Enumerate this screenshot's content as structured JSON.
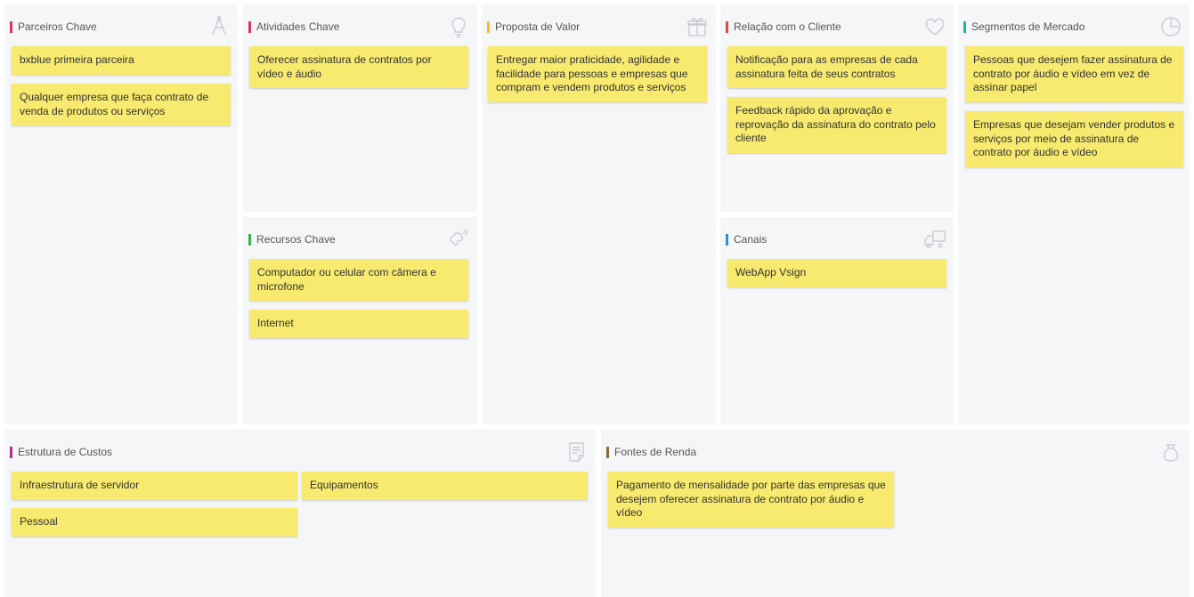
{
  "colors": {
    "note_bg": "#f7ea6e",
    "panel_bg": "#f5f6f8",
    "parceiros_bar": "#d9345f",
    "atividades_bar": "#d9345f",
    "recursos_bar": "#3cb34a",
    "proposta_bar": "#f0c419",
    "relacao_bar": "#e04b3a",
    "canais_bar": "#1f9ad6",
    "segmentos_bar": "#1cb58f",
    "custos_bar": "#b03090",
    "fontes_bar": "#8a6a3a"
  },
  "sections": {
    "parceiros": {
      "title": "Parceiros Chave",
      "icon": "partners-icon",
      "notes": [
        "bxblue primeira parceira",
        "Qualquer empresa que faça contrato de venda de produtos ou serviços"
      ]
    },
    "atividades": {
      "title": "Atividades Chave",
      "icon": "lightbulb-icon",
      "notes": [
        "Oferecer assinatura de contratos por vídeo e áudio"
      ]
    },
    "recursos": {
      "title": "Recursos Chave",
      "icon": "puzzle-icon",
      "notes": [
        "Computador ou celular com câmera e microfone",
        "Internet"
      ]
    },
    "proposta": {
      "title": "Proposta de Valor",
      "icon": "gift-icon",
      "notes": [
        "Entregar maior praticidade, agilidade e facilidade para pessoas e empresas que compram e vendem produtos e serviços"
      ]
    },
    "relacao": {
      "title": "Relação com o Cliente",
      "icon": "heart-icon",
      "notes": [
        "Notificação para as empresas de cada assinatura feita de seus contratos",
        "Feedback rápido da aprovação e reprovação da assinatura do contrato pelo cliente"
      ]
    },
    "canais": {
      "title": "Canais",
      "icon": "truck-icon",
      "notes": [
        "WebApp Vsign"
      ]
    },
    "segmentos": {
      "title": "Segmentos de Mercado",
      "icon": "pie-chart-icon",
      "notes": [
        "Pessoas que desejem fazer assinatura de contrato por áudio e vídeo em vez de assinar papel",
        "Empresas que desejam vender produtos e serviços por meio de assinatura de contrato por áudio e vídeo"
      ]
    },
    "custos": {
      "title": "Estrutura de Custos",
      "icon": "document-icon",
      "notes": [
        "Infraestrutura de servidor",
        "Equipamentos",
        "Pessoal"
      ]
    },
    "fontes": {
      "title": "Fontes de Renda",
      "icon": "money-bag-icon",
      "notes": [
        "Pagamento de mensalidade por parte das empresas que desejem oferecer assinatura de contrato por áudio e vídeo"
      ]
    }
  }
}
